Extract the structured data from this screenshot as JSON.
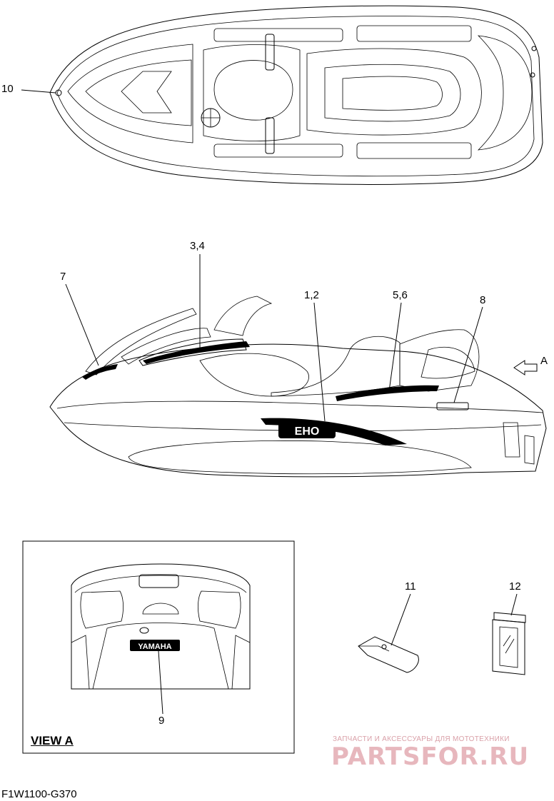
{
  "callouts": {
    "c10": "10",
    "c34": "3,4",
    "c7": "7",
    "c12": "1,2",
    "c56": "5,6",
    "c8": "8",
    "cA": "A",
    "c11": "11",
    "c12b": "12",
    "c9": "9"
  },
  "decals": {
    "eho": "EHO",
    "yamaha": "YAMAHA"
  },
  "view_label": "VIEW A",
  "diagram_code": "F1W1100-G370",
  "watermark": {
    "tagline": "ЗАПЧАСТИ И АКСЕССУАРЫ ДЛЯ МОТОТЕХНИКИ",
    "brand": "PARTSFOR.RU",
    "color": "#e7b7bd"
  }
}
